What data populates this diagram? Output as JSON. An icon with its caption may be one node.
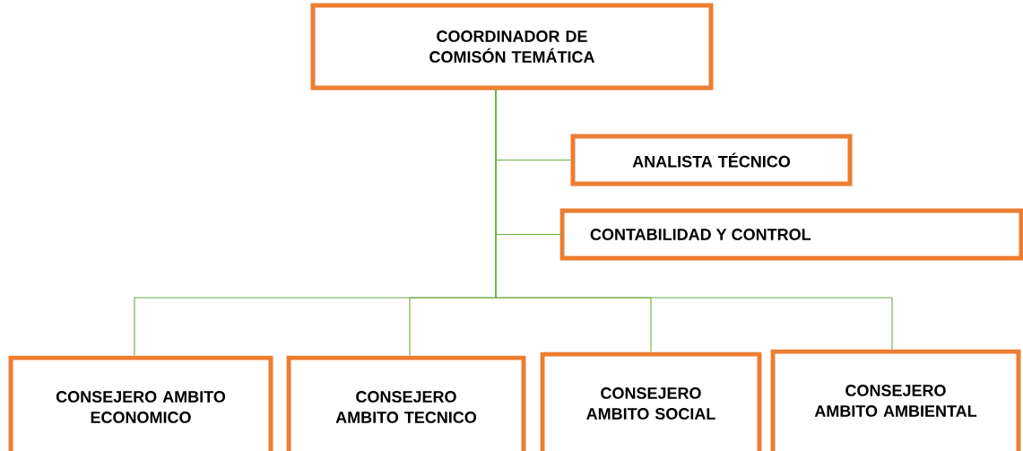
{
  "diagram": {
    "nodes": [
      {
        "text": [
          "COORDINADOR DE COMISÓN TEMÁTICA"
        ]
      },
      {
        "text": [
          "ANALISTA TÉCNICO"
        ]
      },
      {
        "text": [
          "CONTABILIDAD Y CONTROL"
        ]
      },
      {
        "text": [
          "CONSEJERO AMBITO ECONOMICO"
        ]
      },
      {
        "text": [
          "CONSEJERO AMBITO TECNICO"
        ]
      },
      {
        "text": [
          "CONSEJERO AMBITO SOCIAL"
        ]
      },
      {
        "text": [
          "CONSEJERO AMBITO AMBIENTAL"
        ]
      }
    ],
    "edges": [
      {
        "from": 0,
        "to": 1,
        "arrow": "none"
      },
      {
        "from": 0,
        "to": 2,
        "arrow": "none"
      },
      {
        "from": 0,
        "to": 3,
        "arrow": "none"
      },
      {
        "from": 0,
        "to": 4,
        "arrow": "none"
      },
      {
        "from": 0,
        "to": 5,
        "arrow": "none"
      },
      {
        "from": 0,
        "to": 6,
        "arrow": "none"
      }
    ]
  }
}
